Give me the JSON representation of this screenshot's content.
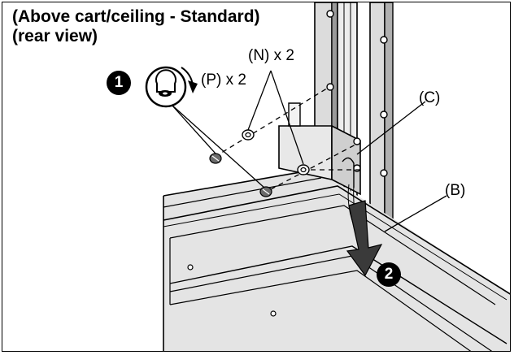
{
  "title": {
    "line1": "(Above cart/ceiling - Standard)",
    "line2": "(rear view)"
  },
  "labels": {
    "screws": "(P) x 2",
    "washers": "(N) x 2",
    "bracket": "(C)",
    "rail": "(B)"
  },
  "steps": {
    "one": "1",
    "two": "2"
  },
  "colors": {
    "line": "#000000",
    "metal_light": "#e6e6e6",
    "metal_mid": "#c8c8c8",
    "metal_dark": "#8a8a8a",
    "arrow": "#333333"
  },
  "icons": [
    "clamp-rotate-icon",
    "step-badge-icon",
    "down-arrow-icon"
  ]
}
